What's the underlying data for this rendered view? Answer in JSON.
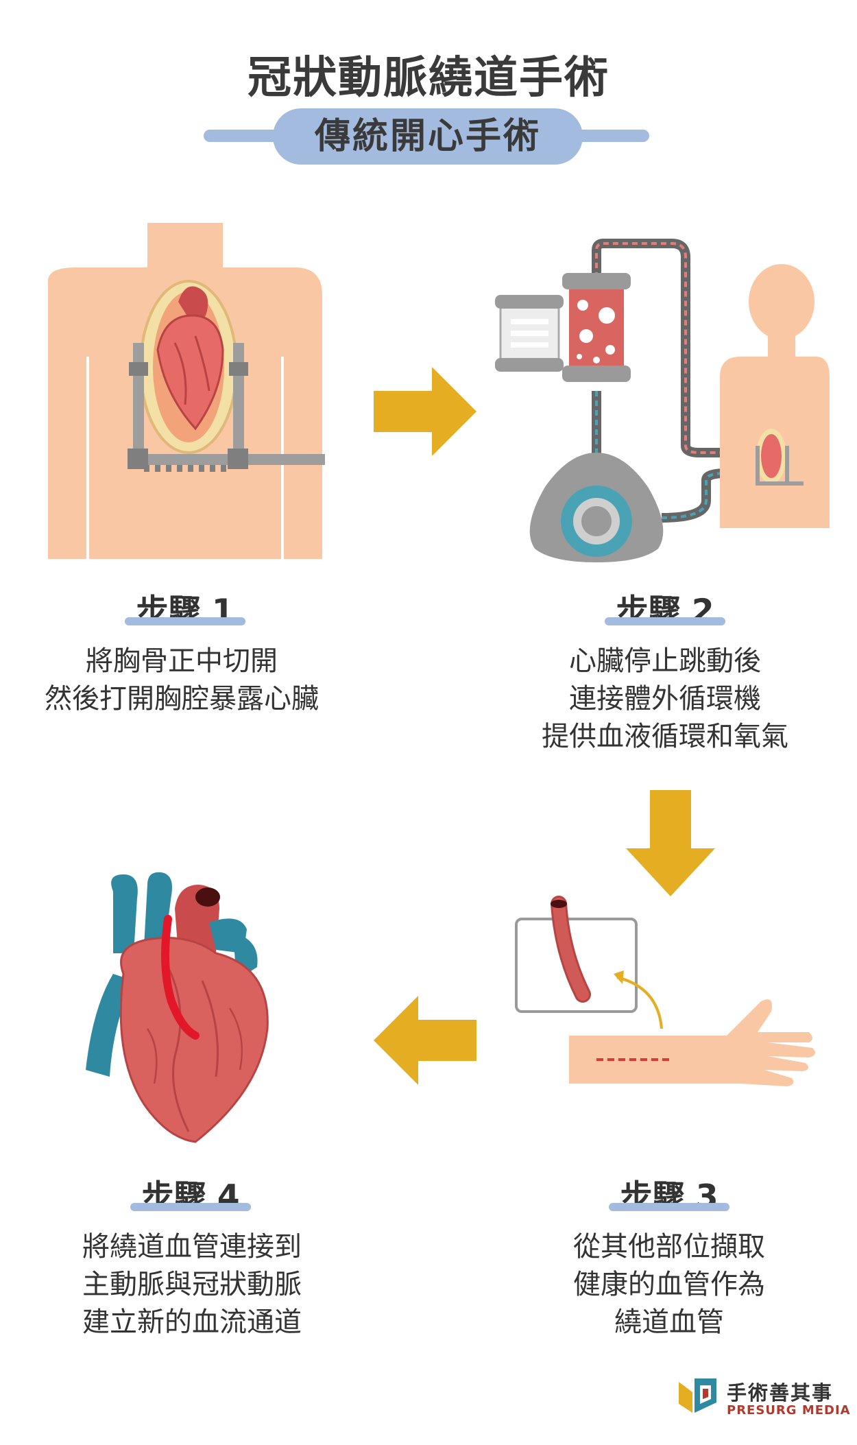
{
  "header": {
    "title": "冠狀動脈繞道手術",
    "subtitle": "傳統開心手術"
  },
  "steps": [
    {
      "label": "步驟 1",
      "lines": [
        "將胸骨正中切開",
        "然後打開胸腔暴露心臟"
      ]
    },
    {
      "label": "步驟 2",
      "lines": [
        "心臟停止跳動後",
        "連接體外循環機",
        "提供血液循環和氧氣"
      ]
    },
    {
      "label": "步驟 3",
      "lines": [
        "從其他部位擷取",
        "健康的血管作為",
        "繞道血管"
      ]
    },
    {
      "label": "步驟 4",
      "lines": [
        "將繞道血管連接到",
        "主動脈與冠狀動脈",
        "建立新的血流通道"
      ]
    }
  ],
  "logo": {
    "name_cn": "手術善其事",
    "name_en": "PRESURG MEDIA"
  },
  "colors": {
    "accent_blue": "#a3bbde",
    "arrow_gold": "#e5ae22",
    "skin": "#f9c7a3",
    "heart_red": "#d9625f",
    "vessel_blue": "#2f8aa1",
    "text_dark": "#333333"
  },
  "icons": [
    "open-chest-retractor-icon",
    "heart-lung-machine-icon",
    "harvested-vessel-arm-icon",
    "bypass-heart-icon",
    "arrow-right-icon",
    "arrow-down-icon",
    "arrow-left-icon",
    "presurg-logo-icon"
  ]
}
